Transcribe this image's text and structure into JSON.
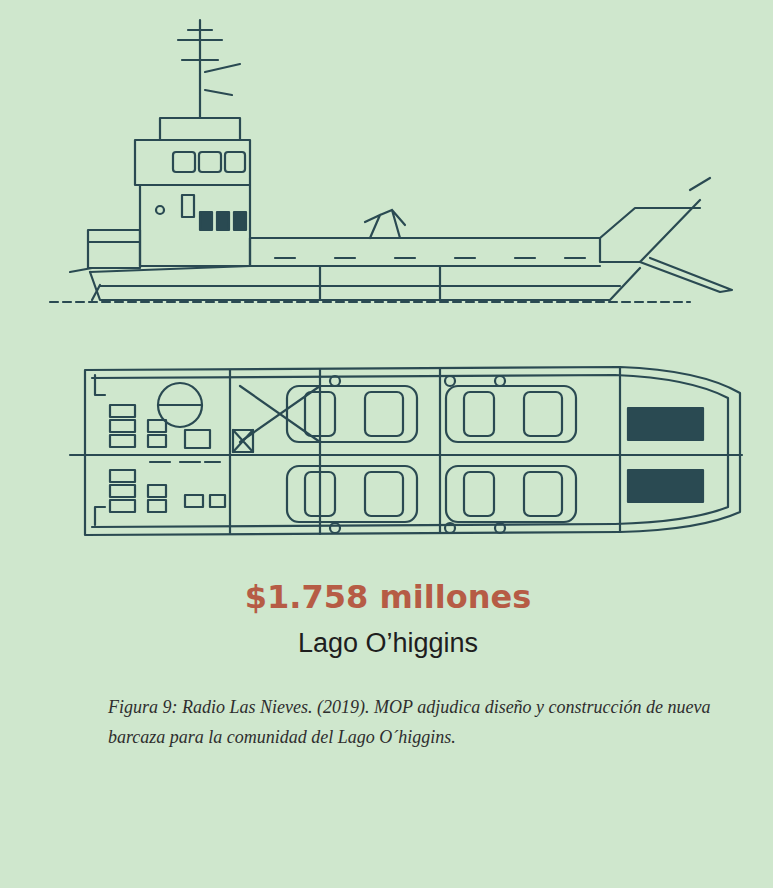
{
  "diagram": {
    "caption": "Figura 9: Radio Las Nieves. (2019). MOP adjudica diseño y construcción de nueva barcaza para la comunidad del Lago O´higgins.",
    "labels": [
      "$1.758 millones",
      "Lago O’higgins"
    ]
  }
}
